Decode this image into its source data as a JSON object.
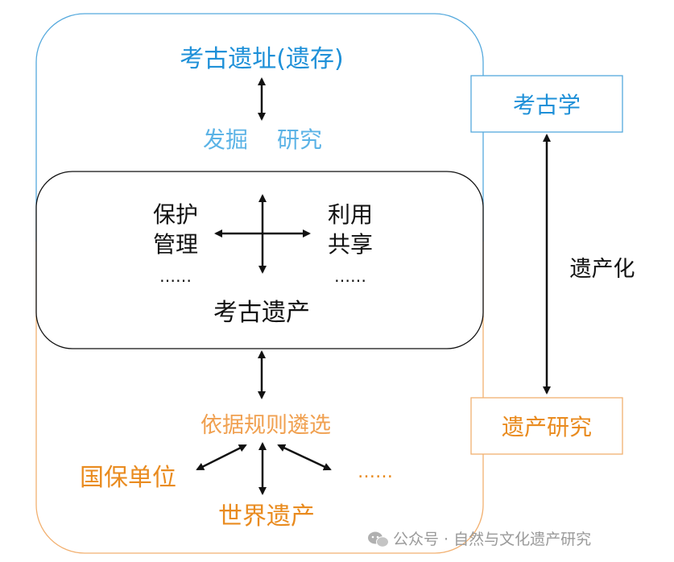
{
  "diagram": {
    "colors": {
      "blue_text": "#1e90d8",
      "blue_light": "#5bb3e6",
      "blue_border": "#55a9dd",
      "orange_text": "#e98b1f",
      "orange_light": "#f0a050",
      "orange_border": "#f2b070",
      "black": "#111111",
      "gray": "#9a9a9a"
    },
    "top": {
      "site": "考古遗址(遗存)",
      "excavate": "发掘",
      "research": "研究"
    },
    "core": {
      "protect": "保护",
      "manage": "管理",
      "use": "利用",
      "share": "共享",
      "dots_left": "……",
      "dots_right": "……",
      "title": "考古遗产"
    },
    "bottom": {
      "select": "依据规则遴选",
      "national": "国保单位",
      "world": "世界遗产",
      "dots": "……"
    },
    "right": {
      "archaeology": "考古学",
      "heritagization": "遗产化",
      "heritage_research": "遗产研究"
    },
    "watermark": {
      "icon": "wechat-icon",
      "text": "公众号 · 自然与文化遗产研究"
    }
  }
}
